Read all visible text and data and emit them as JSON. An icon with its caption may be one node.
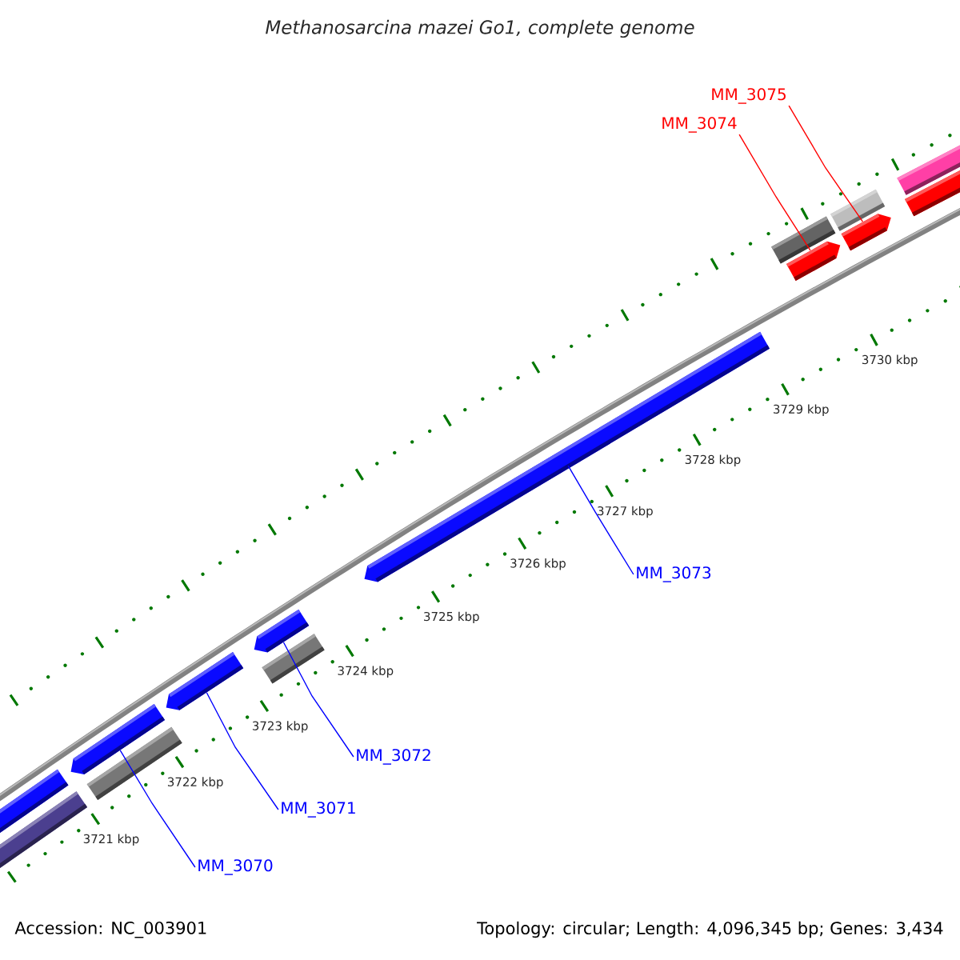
{
  "diagram": {
    "title": "Methanosarcina mazei Go1, complete genome",
    "nodes": [
      {
        "text": [
          "MM_3075"
        ]
      },
      {
        "text": [
          "MM_3074"
        ]
      },
      {
        "text": [
          "MM_3073"
        ]
      },
      {
        "text": [
          "MM_3072"
        ]
      },
      {
        "text": [
          "MM_3071"
        ]
      },
      {
        "text": [
          "MM_3070"
        ]
      },
      {
        "text": [],
        "shape": "arrow"
      },
      {
        "text": [],
        "shape": "arrow"
      },
      {
        "text": [],
        "shape": "arrow"
      },
      {
        "text": [],
        "shape": "arrow"
      },
      {
        "text": [],
        "shape": "arrow"
      },
      {
        "text": [],
        "shape": "arrow"
      }
    ],
    "edges": [
      {
        "from": 0,
        "to": 11,
        "arrow": "none",
        "color": "#ff0000"
      },
      {
        "from": 1,
        "to": 10,
        "arrow": "none",
        "color": "#ff0000"
      },
      {
        "from": 2,
        "to": 9,
        "arrow": "none",
        "color": "#0000ff"
      },
      {
        "from": 3,
        "to": 8,
        "arrow": "none",
        "color": "#0000ff"
      },
      {
        "from": 4,
        "to": 7,
        "arrow": "none",
        "color": "#0000ff"
      },
      {
        "from": 5,
        "to": 6,
        "arrow": "none",
        "color": "#0000ff"
      }
    ],
    "labels": [
      "3730 kbp",
      "3729 kbp",
      "3728 kbp",
      "3727 kbp",
      "3726 kbp",
      "3725 kbp",
      "3724 kbp",
      "3723 kbp",
      "3722 kbp",
      "3721 kbp",
      "Accession: NC_003901",
      "Topology: circular; Length: 4,096,345 bp; Genes: 3,434"
    ]
  }
}
